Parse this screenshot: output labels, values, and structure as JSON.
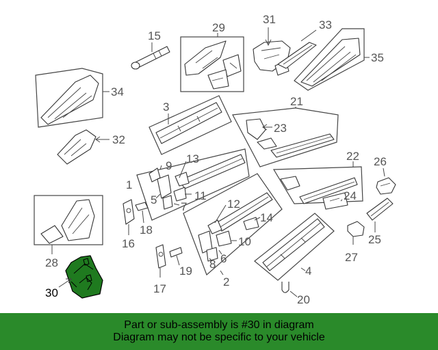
{
  "callouts": [
    "1",
    "2",
    "3",
    "4",
    "5",
    "6",
    "7",
    "8",
    "9",
    "10",
    "11",
    "12",
    "13",
    "14",
    "15",
    "16",
    "17",
    "18",
    "19",
    "20",
    "21",
    "22",
    "23",
    "24",
    "25",
    "26",
    "27",
    "28",
    "29",
    "30",
    "31",
    "32",
    "33",
    "34",
    "35"
  ],
  "highlighted_part": "30",
  "banner": {
    "line1": "Part or sub-assembly is #30 in diagram",
    "line2": "Diagram may not be specific to your vehicle"
  },
  "colors": {
    "highlight_fill": "#1f7a1f",
    "banner_bg": "#2a8a2a"
  }
}
